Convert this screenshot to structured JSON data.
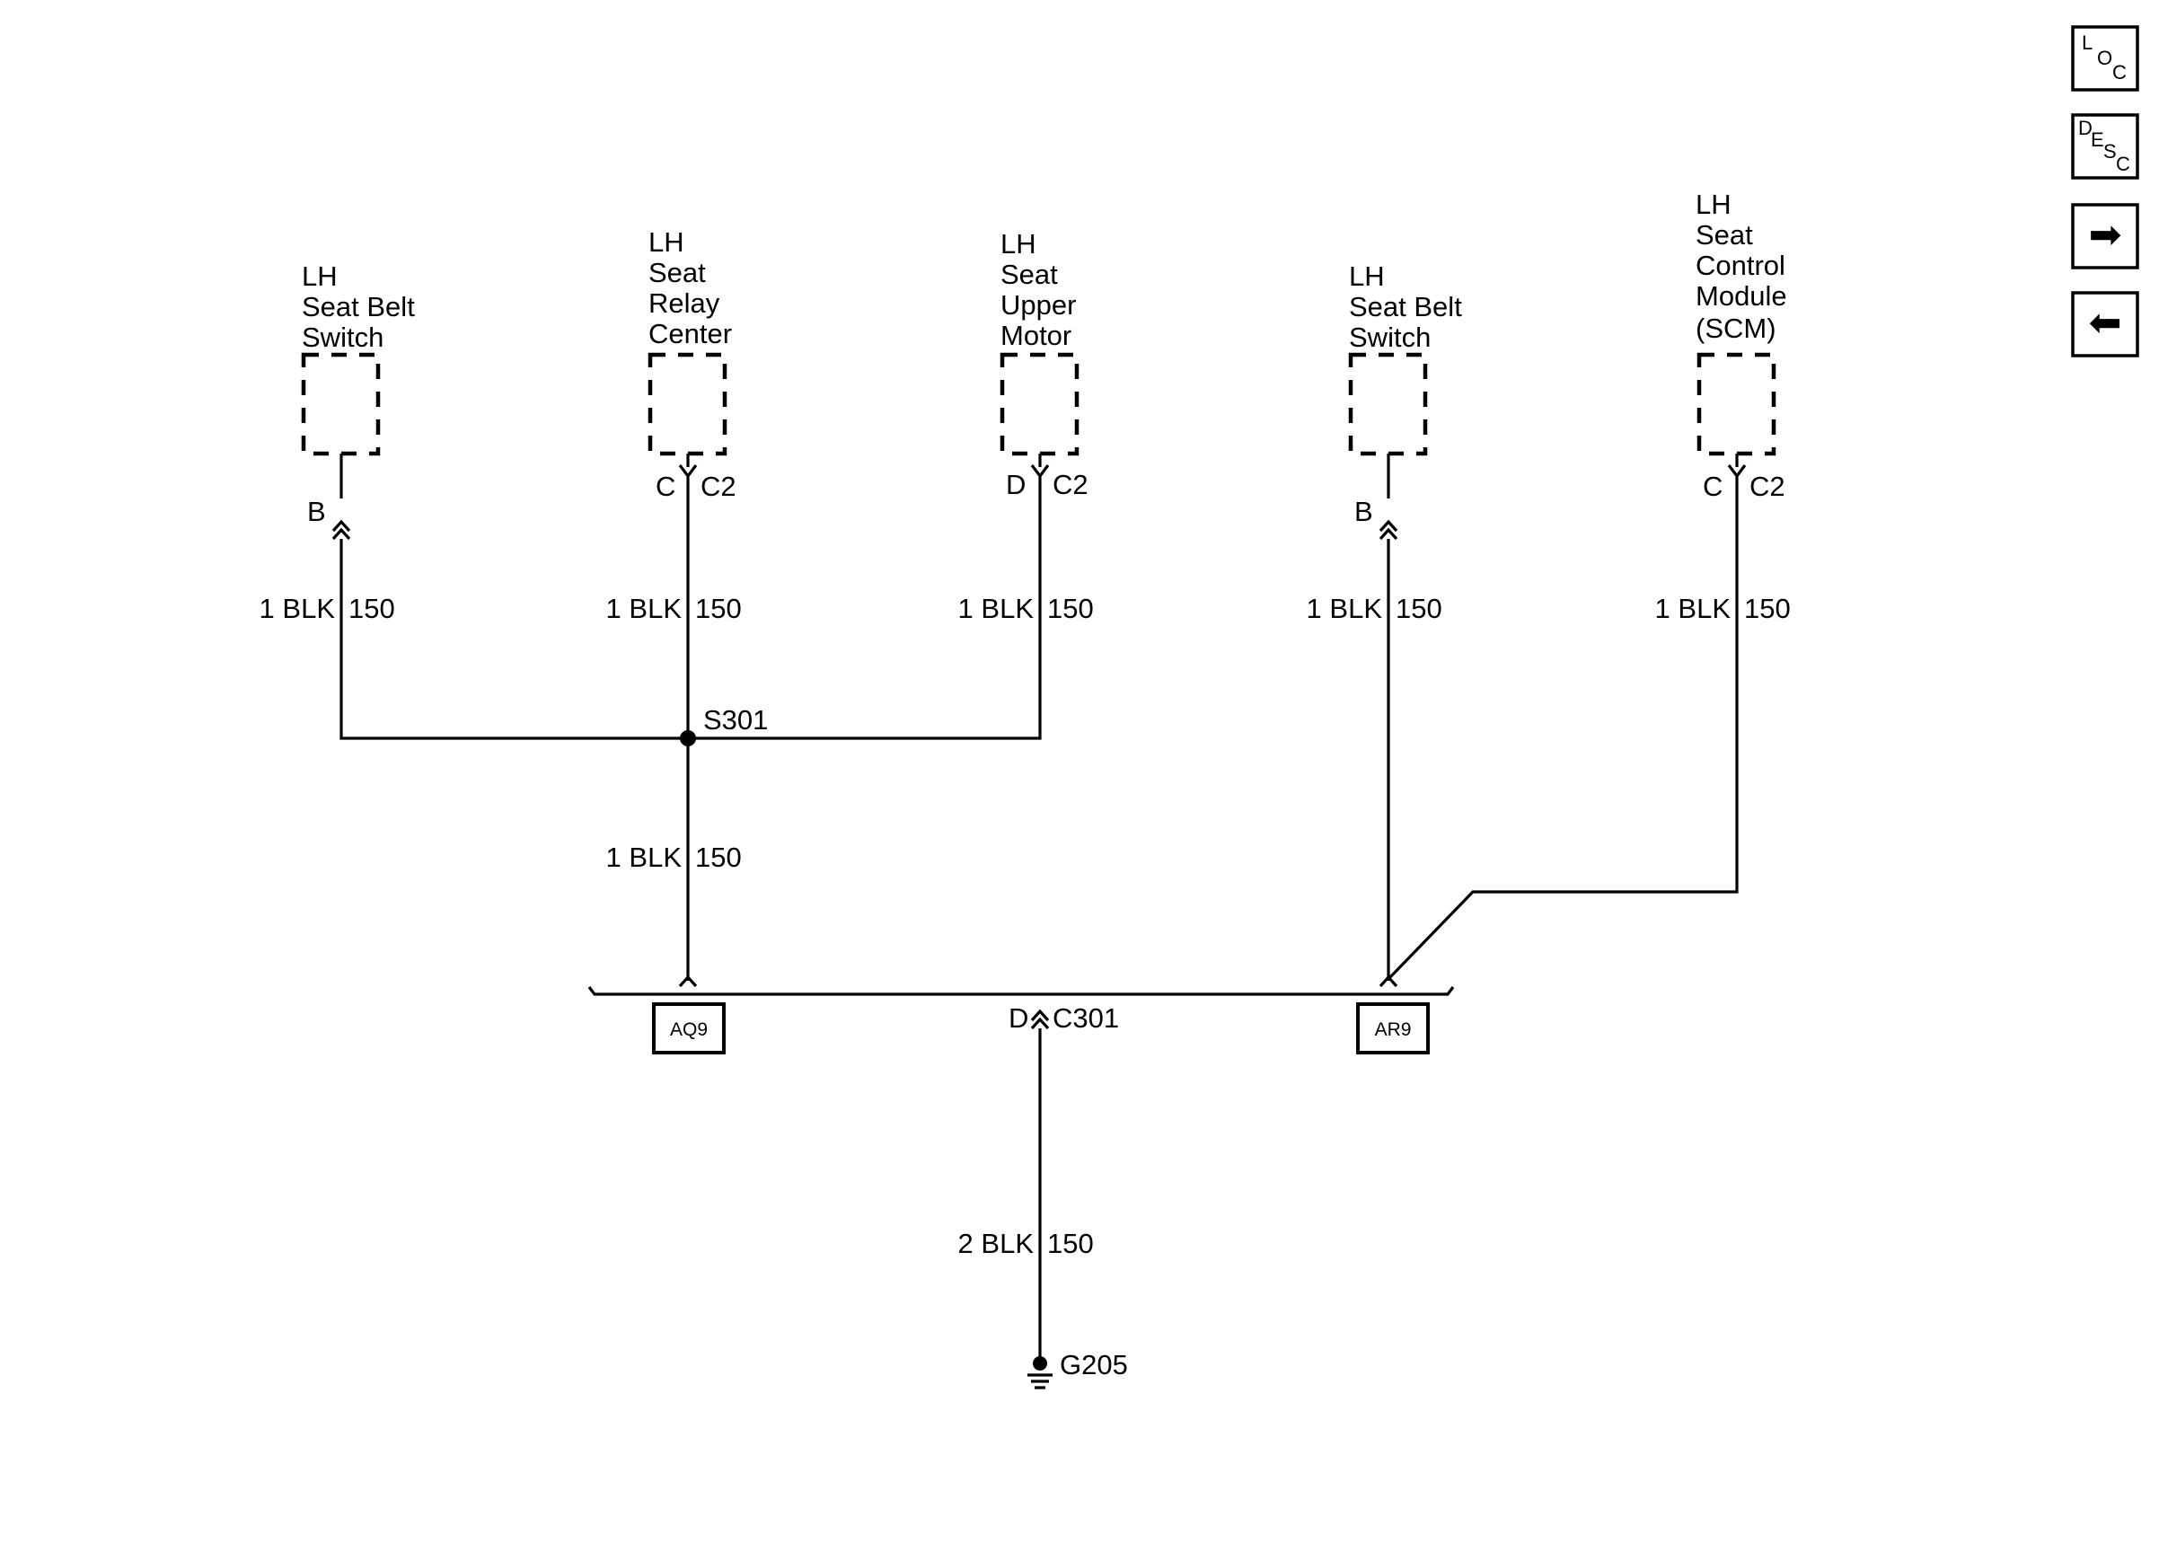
{
  "components": [
    {
      "id": "c1",
      "lines": [
        "LH",
        "Seat Belt",
        "Switch"
      ]
    },
    {
      "id": "c2",
      "lines": [
        "LH",
        "Seat",
        "Relay",
        "Center"
      ]
    },
    {
      "id": "c3",
      "lines": [
        "LH",
        "Seat",
        "Upper",
        "Motor"
      ]
    },
    {
      "id": "c4",
      "lines": [
        "LH",
        "Seat Belt",
        "Switch"
      ]
    },
    {
      "id": "c5",
      "lines": [
        "LH",
        "Seat",
        "Control",
        "Module",
        "(SCM)"
      ]
    }
  ],
  "pins": {
    "c1": {
      "pin": "B",
      "connector": ""
    },
    "c2": {
      "pin": "C",
      "connector": "C2"
    },
    "c3": {
      "pin": "D",
      "connector": "C2"
    },
    "c4": {
      "pin": "B",
      "connector": ""
    },
    "c5": {
      "pin": "C",
      "connector": "C2"
    }
  },
  "wires": {
    "c1": {
      "size_color": "1 BLK",
      "circuit": "150"
    },
    "c2": {
      "size_color": "1 BLK",
      "circuit": "150"
    },
    "c3": {
      "size_color": "1 BLK",
      "circuit": "150"
    },
    "c4": {
      "size_color": "1 BLK",
      "circuit": "150"
    },
    "c5": {
      "size_color": "1 BLK",
      "circuit": "150"
    },
    "splice_out": {
      "size_color": "1 BLK",
      "circuit": "150"
    },
    "ground": {
      "size_color": "2 BLK",
      "circuit": "150"
    }
  },
  "splice": {
    "label": "S301"
  },
  "connector_c301": {
    "pin": "D",
    "label": "C301"
  },
  "options": {
    "aq9": "AQ9",
    "ar9": "AR9"
  },
  "ground": {
    "label": "G205"
  },
  "nav": {
    "loc": {
      "chars": [
        "L",
        "O",
        "C"
      ]
    },
    "desc": {
      "chars": [
        "D",
        "E",
        "S",
        "C"
      ]
    },
    "next": {
      "glyph": "➡"
    },
    "back": {
      "glyph": "⬅"
    }
  }
}
